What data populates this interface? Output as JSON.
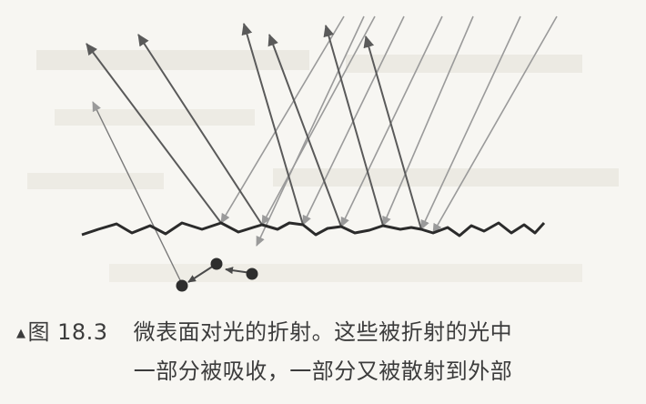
{
  "figure": {
    "marker": "▲",
    "label": "图 18.3",
    "caption_line1": "微表面对光的折射。这些被折射的光中",
    "caption_line2": "一部分被吸收，一部分又被散射到外部"
  },
  "colors": {
    "incident_ray": "#9a9a9a",
    "reflected_ray": "#5a5a5a",
    "surface": "#2b2b2b",
    "particle": "#2e2e2e",
    "background": "#f7f6f2"
  }
}
